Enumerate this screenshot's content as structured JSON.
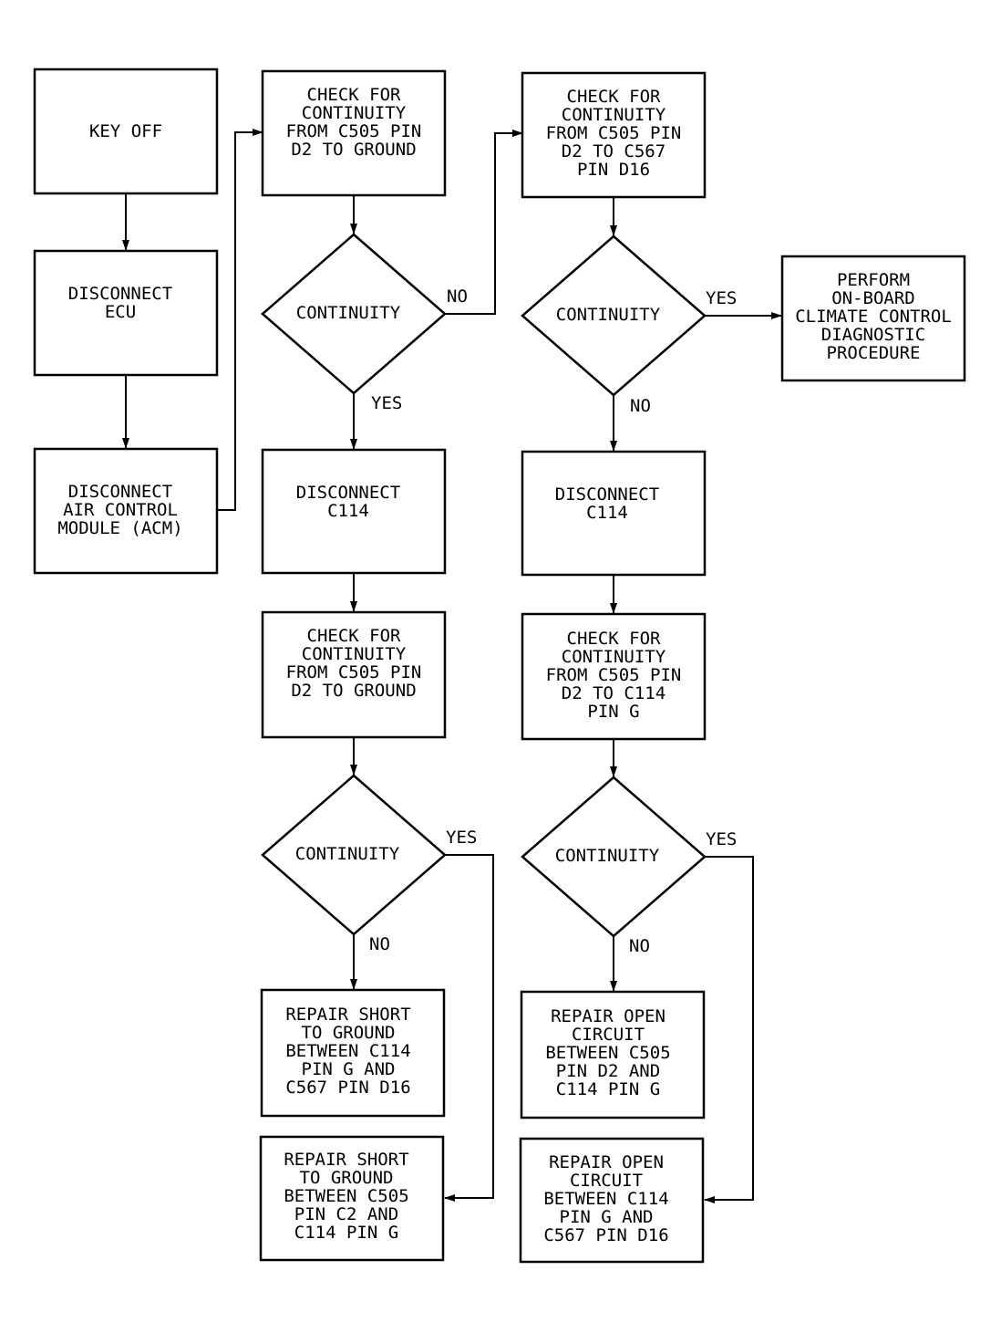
{
  "nodes": {
    "key_off": [
      "KEY OFF"
    ],
    "disconnect_ecu": [
      "DISCONNECT",
      "ECU"
    ],
    "disconnect_acm": [
      "DISCONNECT",
      "AIR CONTROL",
      "MODULE (ACM)"
    ],
    "check_ground_1": [
      "CHECK FOR",
      "CONTINUITY",
      "FROM C505 PIN",
      "D2 TO GROUND"
    ],
    "decision_1": [
      "CONTINUITY"
    ],
    "disconnect_c114_left": [
      "DISCONNECT",
      "C114"
    ],
    "check_ground_2": [
      "CHECK FOR",
      "CONTINUITY",
      "FROM C505 PIN",
      "D2 TO GROUND"
    ],
    "decision_3": [
      "CONTINUITY"
    ],
    "repair_short_c114_c567": [
      "REPAIR SHORT",
      "TO GROUND",
      "BETWEEN C114",
      "PIN G AND",
      "C567 PIN D16"
    ],
    "repair_short_c505_c114": [
      "REPAIR SHORT",
      "TO GROUND",
      "BETWEEN C505",
      "PIN C2 AND",
      "C114 PIN G"
    ],
    "check_c567": [
      "CHECK FOR",
      "CONTINUITY",
      "FROM C505 PIN",
      "D2 TO C567",
      "PIN D16"
    ],
    "decision_2": [
      "CONTINUITY"
    ],
    "perform_onboard": [
      "PERFORM",
      "ON-BOARD",
      "CLIMATE CONTROL",
      "DIAGNOSTIC",
      "PROCEDURE"
    ],
    "disconnect_c114_right": [
      "DISCONNECT",
      "C114"
    ],
    "check_c114": [
      "CHECK FOR",
      "CONTINUITY",
      "FROM C505 PIN",
      "D2 TO C114",
      "PIN G"
    ],
    "decision_4": [
      "CONTINUITY"
    ],
    "repair_open_c505_c114": [
      "REPAIR OPEN",
      "CIRCUIT",
      "BETWEEN C505",
      "PIN D2 AND",
      "C114 PIN G"
    ],
    "repair_open_c114_c567": [
      "REPAIR OPEN",
      "CIRCUIT",
      "BETWEEN C114",
      "PIN G AND",
      "C567 PIN D16"
    ]
  },
  "labels": {
    "d1_no": "NO",
    "d1_yes": "YES",
    "d2_yes": "YES",
    "d2_no": "NO",
    "d3_yes": "YES",
    "d3_no": "NO",
    "d4_yes": "YES",
    "d4_no": "NO"
  }
}
